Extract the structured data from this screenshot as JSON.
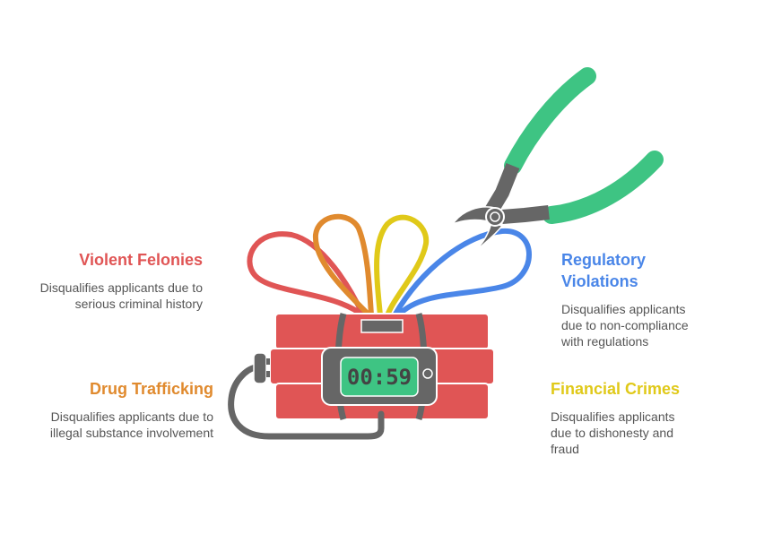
{
  "timer": {
    "display": "00:59"
  },
  "colors": {
    "red": "#E05555",
    "orange": "#E08A2E",
    "yellow": "#E0C919",
    "blue": "#4A86E8",
    "green": "#3EC483",
    "gray": "#666666",
    "desc_text": "#555555"
  },
  "items": [
    {
      "title": "Violent Felonies",
      "description": "Disqualifies applicants due to serious criminal history",
      "color": "#E05555"
    },
    {
      "title": "Drug Trafficking",
      "description": "Disqualifies applicants due to illegal substance involvement",
      "color": "#E08A2E"
    },
    {
      "title": "Regulatory Violations",
      "description": "Disqualifies applicants due to non-compliance with regulations",
      "color": "#4A86E8"
    },
    {
      "title": "Financial Crimes",
      "description": "Disqualifies applicants due to dishonesty and fraud",
      "color": "#E0C919"
    }
  ]
}
